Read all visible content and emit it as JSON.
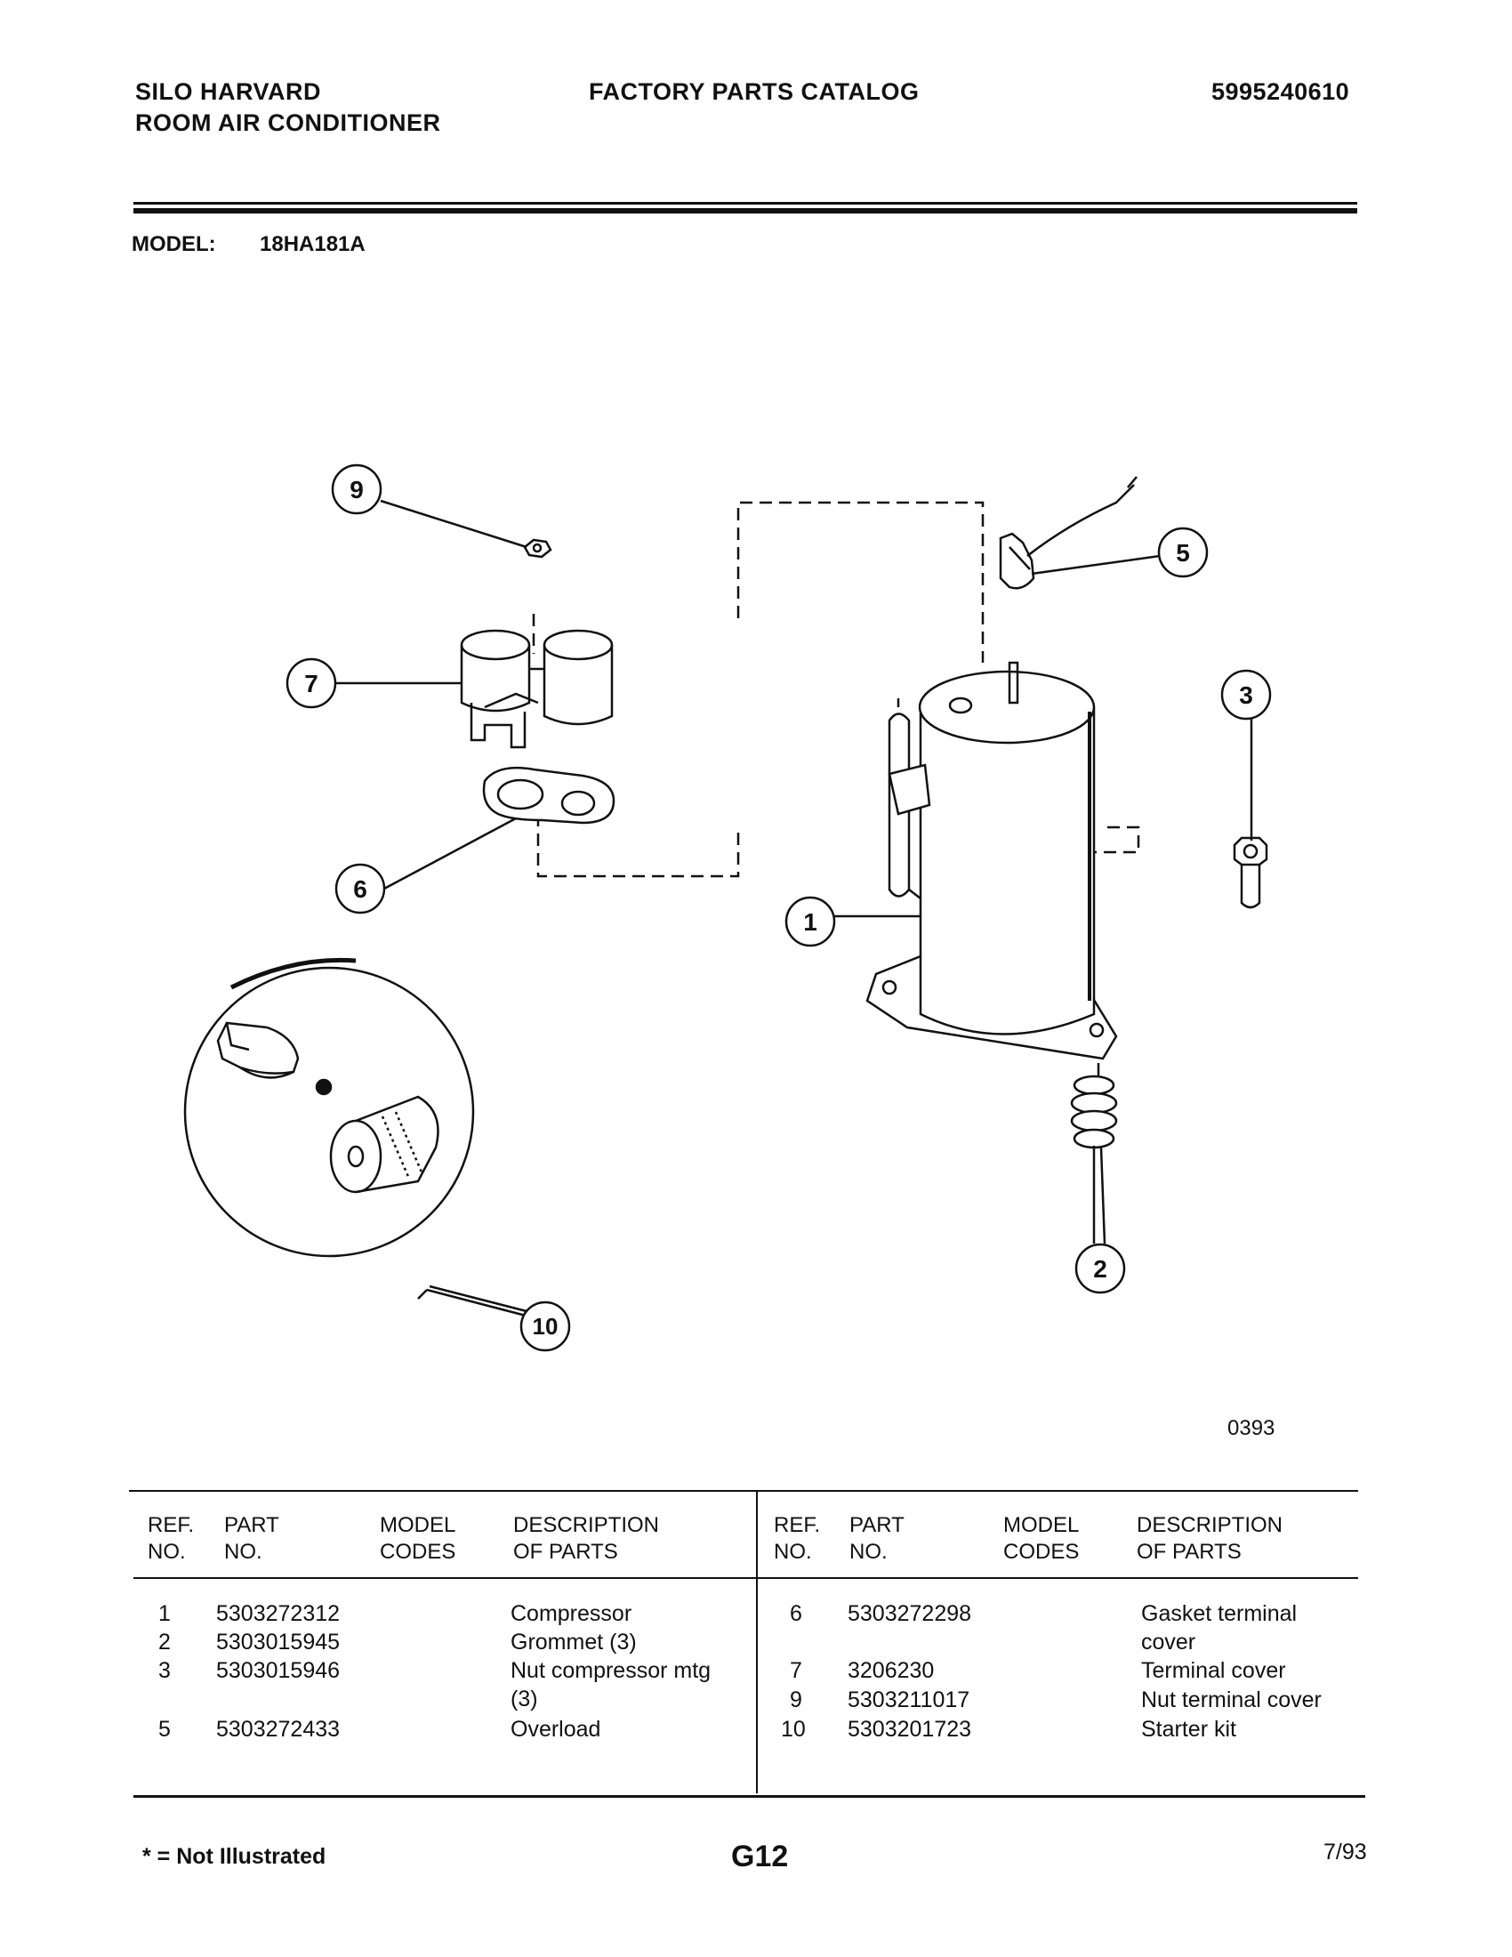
{
  "header": {
    "brand": "SILO HARVARD",
    "product": "ROOM AIR CONDITIONER",
    "catalog_title": "FACTORY PARTS CATALOG",
    "catalog_number": "5995240610"
  },
  "model": {
    "label": "MODEL:",
    "value": "18HA181A"
  },
  "diagram": {
    "drawing_code": "0393",
    "callouts": [
      "1",
      "2",
      "3",
      "5",
      "6",
      "7",
      "9",
      "10"
    ]
  },
  "table": {
    "columns": [
      {
        "line1": "REF.",
        "line2": "NO."
      },
      {
        "line1": "PART",
        "line2": "NO."
      },
      {
        "line1": "MODEL",
        "line2": "CODES"
      },
      {
        "line1": "DESCRIPTION",
        "line2": "OF PARTS"
      }
    ],
    "left_rows": [
      {
        "ref": "1",
        "part": "5303272312",
        "codes": "",
        "desc": [
          "Compressor"
        ]
      },
      {
        "ref": "2",
        "part": "5303015945",
        "codes": "",
        "desc": [
          "Grommet (3)"
        ]
      },
      {
        "ref": "3",
        "part": "5303015946",
        "codes": "",
        "desc": [
          "Nut compressor mtg",
          "(3)"
        ]
      },
      {
        "ref": "5",
        "part": "5303272433",
        "codes": "",
        "desc": [
          "Overload"
        ]
      }
    ],
    "right_rows": [
      {
        "ref": "6",
        "part": "5303272298",
        "codes": "",
        "desc": [
          "Gasket terminal",
          "cover"
        ]
      },
      {
        "ref": "7",
        "part": "3206230",
        "codes": "",
        "desc": [
          "Terminal cover"
        ]
      },
      {
        "ref": "9",
        "part": "5303211017",
        "codes": "",
        "desc": [
          "Nut terminal cover"
        ]
      },
      {
        "ref": "10",
        "part": "5303201723",
        "codes": "",
        "desc": [
          "Starter kit"
        ]
      }
    ]
  },
  "footer": {
    "legend": "* = Not Illustrated",
    "page": "G12",
    "date": "7/93"
  }
}
